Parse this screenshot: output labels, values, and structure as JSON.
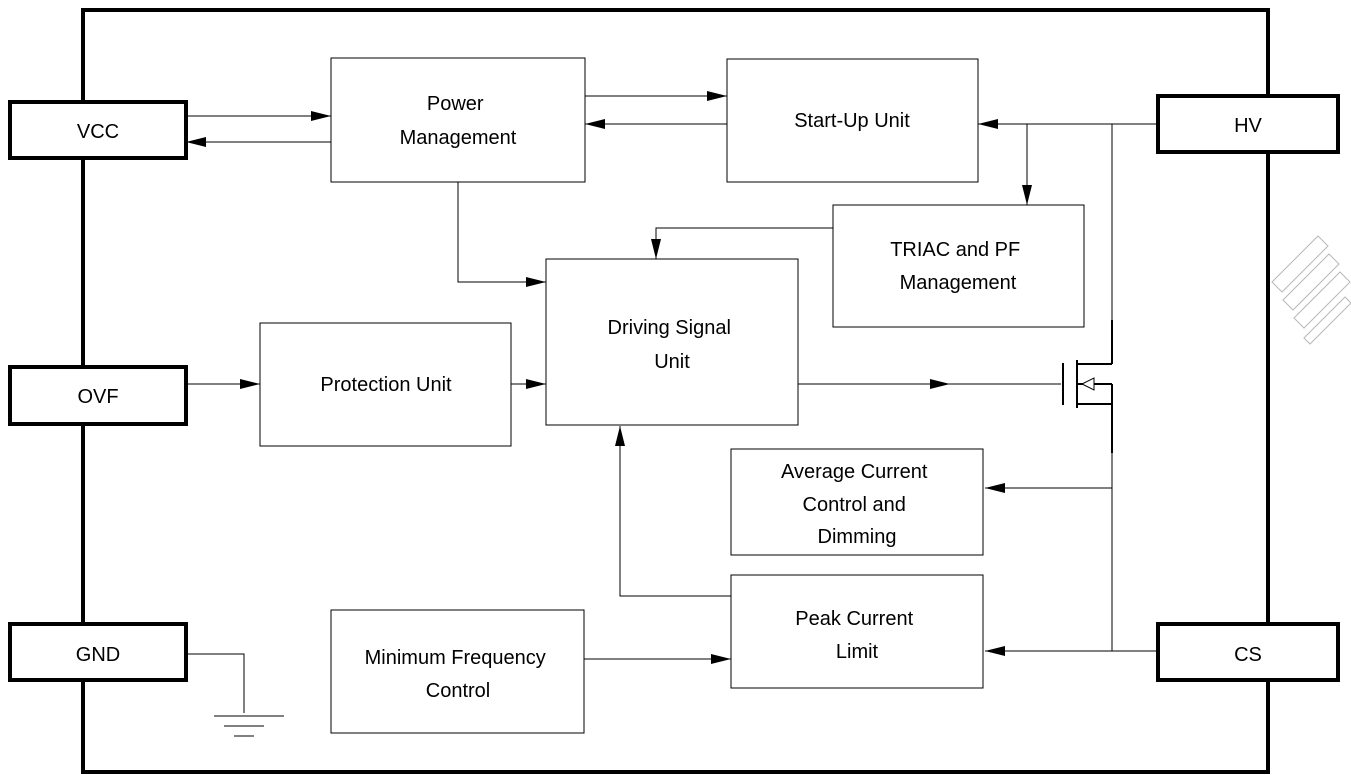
{
  "pins": {
    "vcc": "VCC",
    "ovf": "OVF",
    "gnd": "GND",
    "hv": "HV",
    "cs": "CS"
  },
  "blocks": {
    "power_management": [
      "Power",
      "Management"
    ],
    "startup_unit": [
      "Start-Up Unit"
    ],
    "triac_pf": [
      "TRIAC and PF",
      "Management"
    ],
    "driving_signal": [
      "Driving Signal",
      "Unit"
    ],
    "protection_unit": [
      "Protection Unit"
    ],
    "avg_current": [
      "Average Current",
      "Control and",
      "Dimming"
    ],
    "peak_current": [
      "Peak Current",
      "Limit"
    ],
    "min_frequency": [
      "Minimum Frequency",
      "Control"
    ]
  },
  "icons": {
    "ground": "ground-symbol-icon",
    "transistor": "mosfet-icon",
    "watermark": "logo-watermark-icon"
  }
}
